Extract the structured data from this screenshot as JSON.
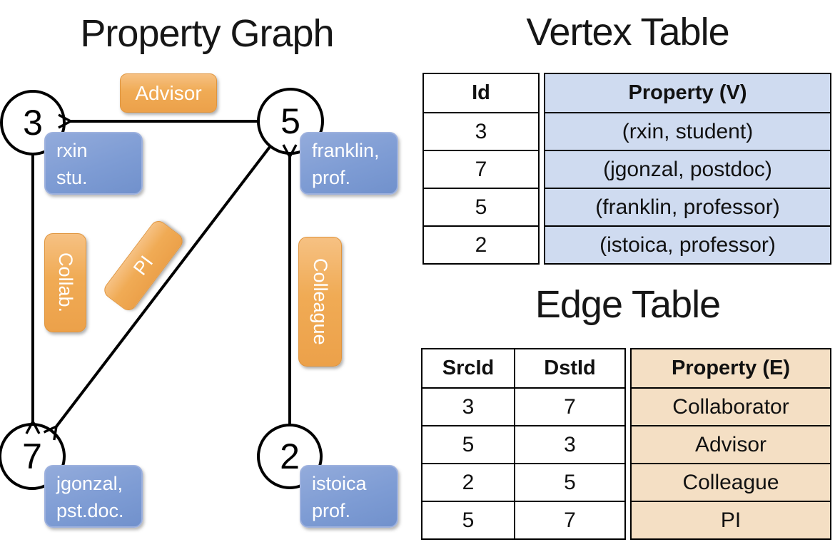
{
  "graph": {
    "title": "Property Graph",
    "nodes": [
      {
        "id": "3",
        "property_line1": "rxin",
        "property_line2": "stu."
      },
      {
        "id": "5",
        "property_line1": "franklin,",
        "property_line2": "prof."
      },
      {
        "id": "7",
        "property_line1": "jgonzal,",
        "property_line2": "pst.doc."
      },
      {
        "id": "2",
        "property_line1": "istoica",
        "property_line2": "prof."
      }
    ],
    "edges": [
      {
        "label": "Advisor",
        "from": "5",
        "to": "3"
      },
      {
        "label": "Collab.",
        "from": "3",
        "to": "7"
      },
      {
        "label": "PI",
        "from": "5",
        "to": "7"
      },
      {
        "label": "Colleague",
        "from": "2",
        "to": "5"
      }
    ]
  },
  "vertex_table": {
    "title": "Vertex Table",
    "id_header": "Id",
    "property_header": "Property (V)",
    "ids": [
      "3",
      "7",
      "5",
      "2"
    ],
    "properties": [
      "(rxin, student)",
      "(jgonzal, postdoc)",
      "(franklin, professor)",
      "(istoica, professor)"
    ]
  },
  "edge_table": {
    "title": "Edge Table",
    "src_header": "SrcId",
    "dst_header": "DstId",
    "property_header": "Property (E)",
    "rows": [
      {
        "src": "3",
        "dst": "7",
        "prop": "Collaborator"
      },
      {
        "src": "5",
        "dst": "3",
        "prop": "Advisor"
      },
      {
        "src": "2",
        "dst": "5",
        "prop": "Colleague"
      },
      {
        "src": "5",
        "dst": "7",
        "prop": "PI"
      }
    ]
  },
  "colors": {
    "edge_label_orange": "#f0ab55",
    "vertex_box_blue": "#7e9cd4",
    "vertex_table_fill": "#cfdbf0",
    "edge_table_fill": "#f4dfc4",
    "line_black": "#000000"
  }
}
